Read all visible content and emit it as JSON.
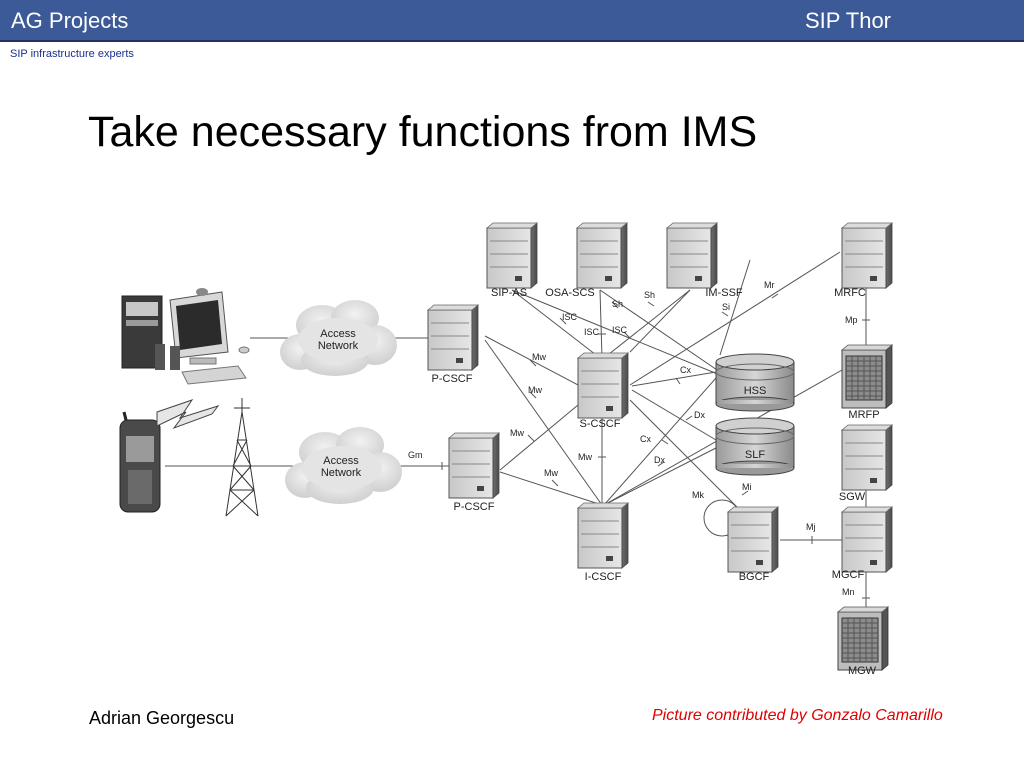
{
  "header": {
    "brand": "AG Projects",
    "deck_title": "SIP Thor",
    "tagline": "SIP infrastructure experts"
  },
  "slide": {
    "title": "Take necessary functions from IMS"
  },
  "footer": {
    "author": "Adrian Georgescu",
    "credit": "Picture contributed by Gonzalo Camarillo"
  },
  "diagram": {
    "nodes": {
      "sip_as": "SIP-AS",
      "osa_scs": "OSA-SCS",
      "im_ssf": "IM-SSF",
      "mrfc": "MRFC",
      "mrfp": "MRFP",
      "sgw": "SGW",
      "mgcf": "MGCF",
      "mgw": "MGW",
      "p_cscf_1": "P-CSCF",
      "p_cscf_2": "P-CSCF",
      "s_cscf": "S-CSCF",
      "i_cscf": "I-CSCF",
      "hss": "HSS",
      "slf": "SLF",
      "bgcf": "BGCF",
      "access_network_1": "Access Network",
      "access_network_2": "Access Network"
    },
    "interfaces": {
      "sh_1": "Sh",
      "sh_2": "Sh",
      "si": "Si",
      "mr": "Mr",
      "mp": "Mp",
      "isc_1": "ISC",
      "isc_2": "ISC",
      "isc_3": "ISC",
      "mw_1": "Mw",
      "mw_2": "Mw",
      "mw_3": "Mw",
      "mw_4": "Mw",
      "mw_5": "Mw",
      "cx_1": "Cx",
      "cx_2": "Cx",
      "dx_1": "Dx",
      "dx_2": "Dx",
      "gm": "Gm",
      "mk": "Mk",
      "mi": "Mi",
      "mj": "Mj",
      "mn": "Mn"
    },
    "icons": [
      "desktop-computer-icon",
      "mobile-phone-icon",
      "radio-tower-icon",
      "lightning-signal-icon"
    ]
  }
}
